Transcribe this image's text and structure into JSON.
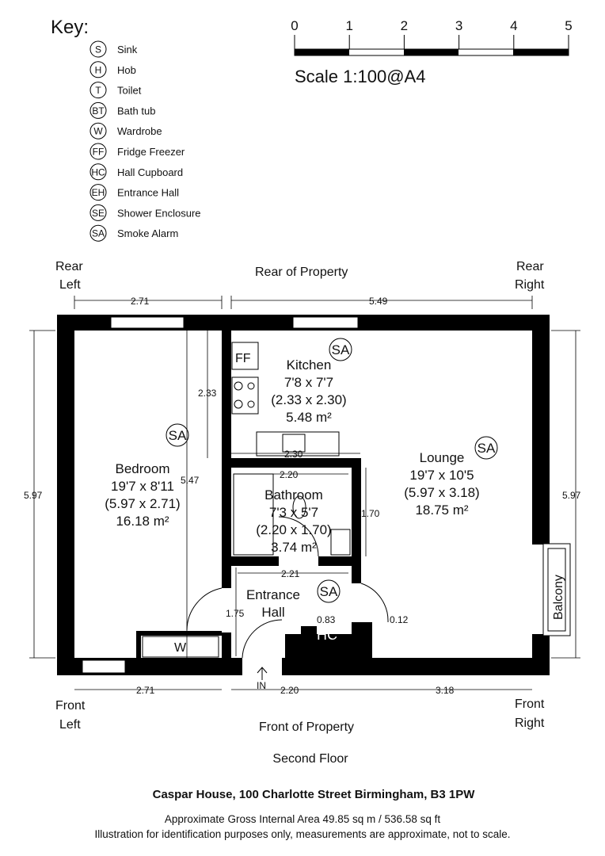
{
  "key": {
    "title": "Key:",
    "items": [
      {
        "code": "S",
        "label": "Sink"
      },
      {
        "code": "H",
        "label": "Hob"
      },
      {
        "code": "T",
        "label": "Toilet"
      },
      {
        "code": "BT",
        "label": "Bath tub"
      },
      {
        "code": "W",
        "label": "Wardrobe"
      },
      {
        "code": "FF",
        "label": "Fridge Freezer"
      },
      {
        "code": "HC",
        "label": "Hall Cupboard"
      },
      {
        "code": "EH",
        "label": "Entrance Hall"
      },
      {
        "code": "SE",
        "label": "Shower Enclosure"
      },
      {
        "code": "SA",
        "label": "Smoke Alarm"
      }
    ]
  },
  "scale": {
    "ticks": [
      "0",
      "1",
      "2",
      "3",
      "4",
      "5"
    ],
    "label": "Scale 1:100@A4"
  },
  "orientation": {
    "rear": "Rear of Property",
    "front": "Front of Property",
    "rear_left": [
      "Rear",
      "Left"
    ],
    "rear_right": [
      "Rear",
      "Right"
    ],
    "front_left": [
      "Front",
      "Left"
    ],
    "front_right": [
      "Front",
      "Right"
    ]
  },
  "rooms": {
    "bedroom": {
      "name": "Bedroom",
      "imperial": "19'7 x 8'11",
      "metric": "(5.97 x 2.71)",
      "area": "16.18 m²"
    },
    "kitchen": {
      "name": "Kitchen",
      "imperial": "7'8 x 7'7",
      "metric": "(2.33 x 2.30)",
      "area": "5.48 m²"
    },
    "bathroom": {
      "name": "Bathroom",
      "imperial": "7'3 x 5'7",
      "metric": "(2.20 x 1.70)",
      "area": "3.74 m²"
    },
    "lounge": {
      "name": "Lounge",
      "imperial": "19'7 x 10'5",
      "metric": "(5.97 x 3.18)",
      "area": "18.75 m²"
    },
    "entrance": {
      "name": [
        "Entrance",
        "Hall"
      ]
    },
    "balcony": "Balcony"
  },
  "fixtures": {
    "ff": "FF",
    "w": "W",
    "hc": "HC",
    "sa": "SA",
    "in": "IN"
  },
  "dimensions": {
    "top_left": "2.71",
    "top_right": "5.49",
    "left": "5.97",
    "right": "5.97",
    "kitchen_h": "2.33",
    "kitchen_w": "2.30",
    "bedroom_inner": "5.47",
    "bath_w": "2.20",
    "bath_h": "1.70",
    "hall_w": "2.21",
    "hall_h": "1.75",
    "hc_w": "0.83",
    "hc_off": "0.12",
    "bottom_left": "2.71",
    "bottom_mid": "2.20",
    "bottom_right": "3.18"
  },
  "floor": "Second Floor",
  "footer": {
    "address": "Caspar House, 100 Charlotte Street Birmingham, B3 1PW",
    "area": "Approximate Gross Internal Area 49.85 sq m / 536.58 sq ft",
    "disclaimer": "Illustration for identification purposes only, measurements are approximate, not to scale."
  }
}
